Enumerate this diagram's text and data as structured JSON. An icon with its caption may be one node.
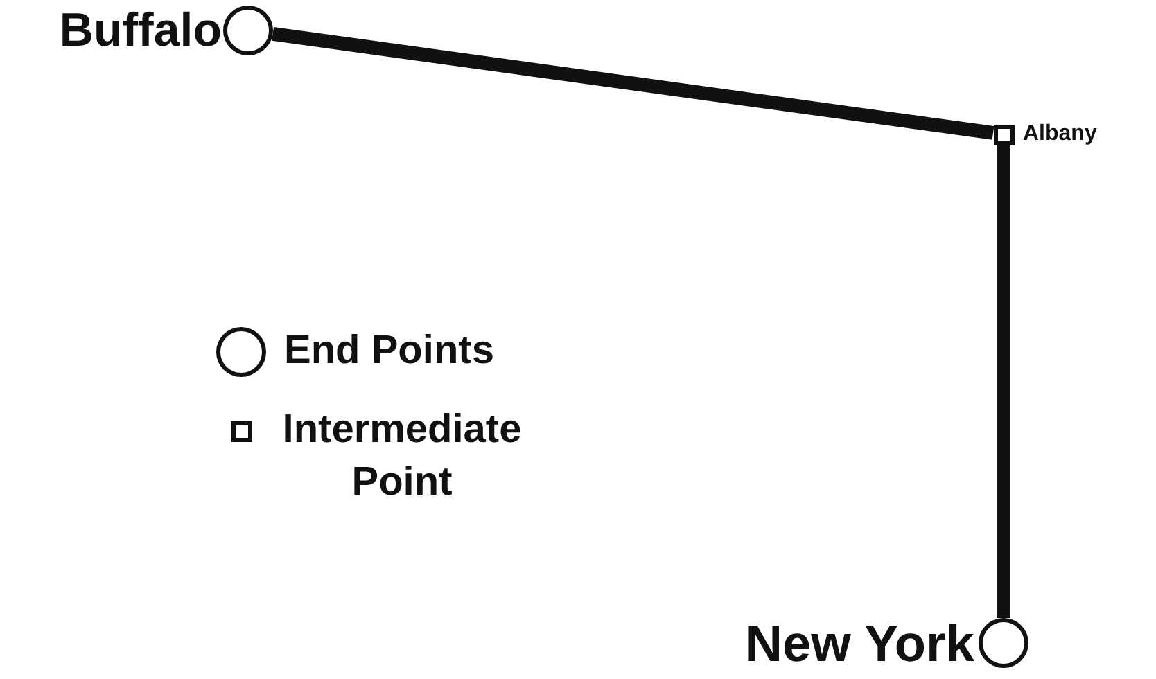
{
  "diagram": {
    "nodes": [
      {
        "text": [],
        "shape": "circle",
        "beside": [
          "Buffalo"
        ]
      },
      {
        "text": [],
        "shape": "box",
        "beside": [
          "Albany"
        ]
      },
      {
        "text": [],
        "shape": "circle",
        "beside": [
          "New York"
        ]
      }
    ],
    "edges": [
      {
        "from": 0,
        "to": 1,
        "arrow": "none"
      },
      {
        "from": 1,
        "to": 2,
        "arrow": "none"
      }
    ],
    "legend": [
      {
        "text": "End Points"
      },
      {
        "text": "Intermediate Point"
      }
    ]
  }
}
